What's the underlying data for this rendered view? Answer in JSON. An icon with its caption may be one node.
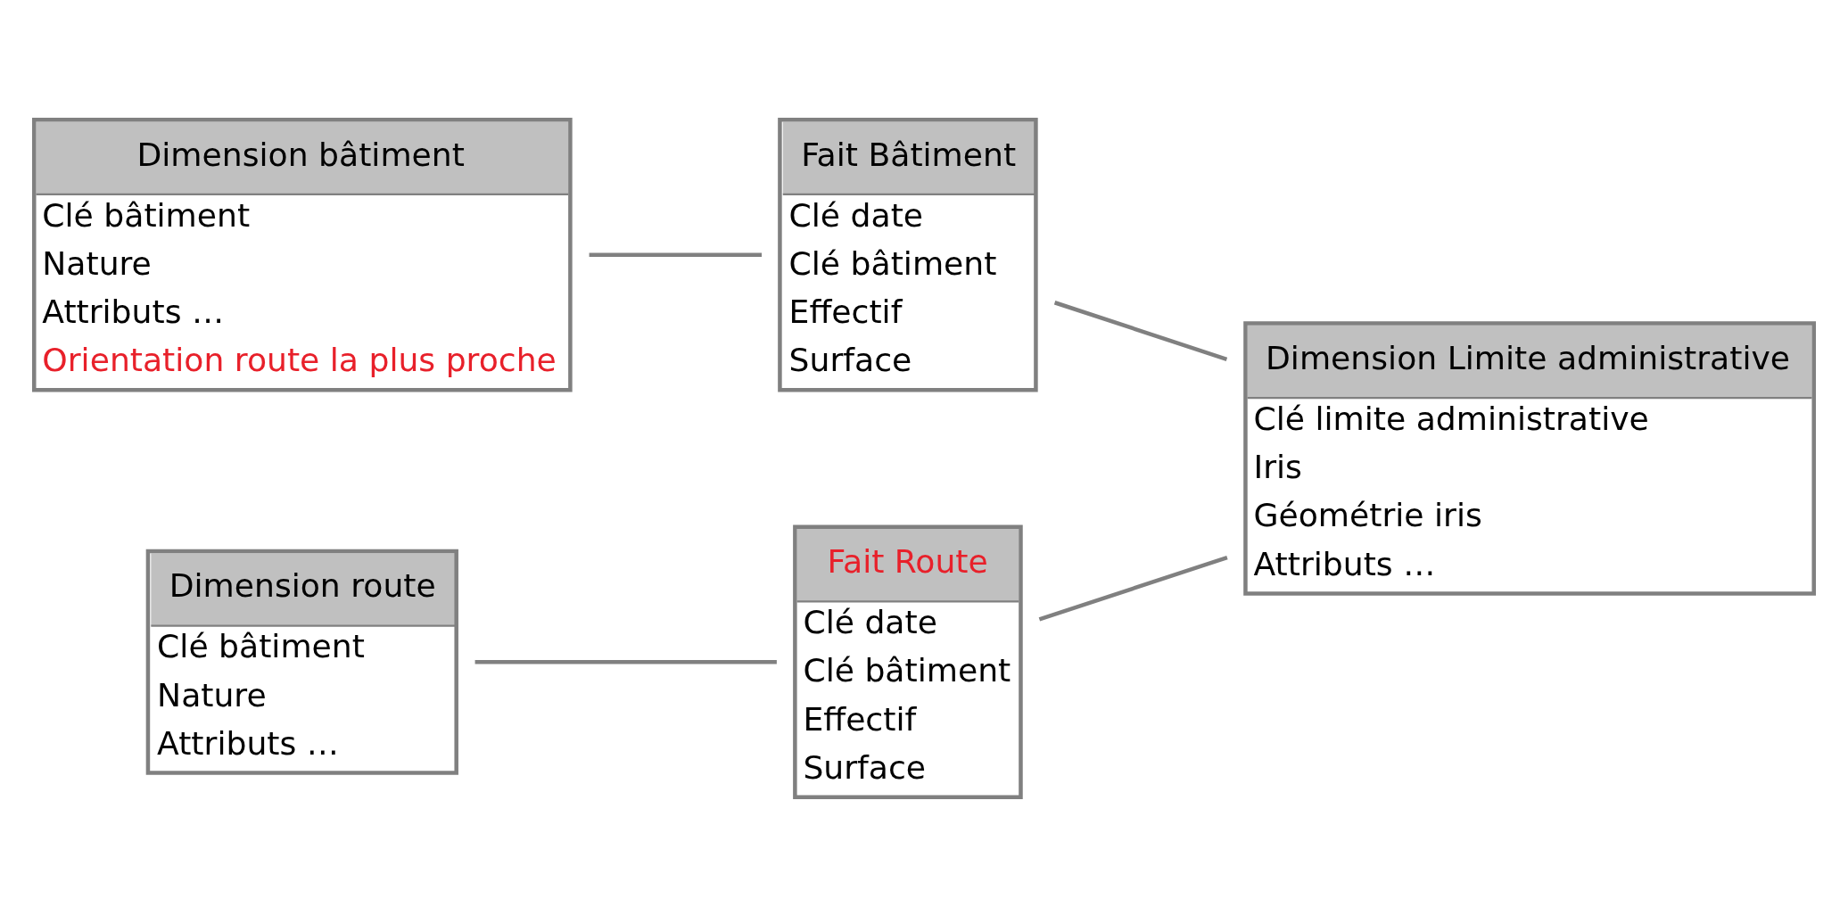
{
  "diagram": {
    "nodes": [
      {
        "text": [
          "Dimension bâtiment",
          "Clé bâtiment",
          "Nature",
          "Attributs …",
          "Orientation route la plus proche"
        ]
      },
      {
        "text": [
          "Fait Bâtiment",
          "Clé date",
          "Clé bâtiment",
          "Effectif",
          "Surface"
        ]
      },
      {
        "text": [
          "Dimension Limite administrative",
          "Clé limite administrative",
          "Iris",
          "Géométrie iris",
          "Attributs …"
        ]
      },
      {
        "text": [
          "Fait Route",
          "Clé date",
          "Clé bâtiment",
          "Effectif",
          "Surface"
        ]
      },
      {
        "text": [
          "Dimension route",
          "Clé bâtiment",
          "Nature",
          "Attributs …"
        ]
      }
    ],
    "edges": [
      {
        "from": 0,
        "to": 1,
        "arrow": "none"
      },
      {
        "from": 1,
        "to": 2,
        "arrow": "none"
      },
      {
        "from": 3,
        "to": 2,
        "arrow": "none"
      },
      {
        "from": 4,
        "to": 3,
        "arrow": "none"
      }
    ]
  }
}
